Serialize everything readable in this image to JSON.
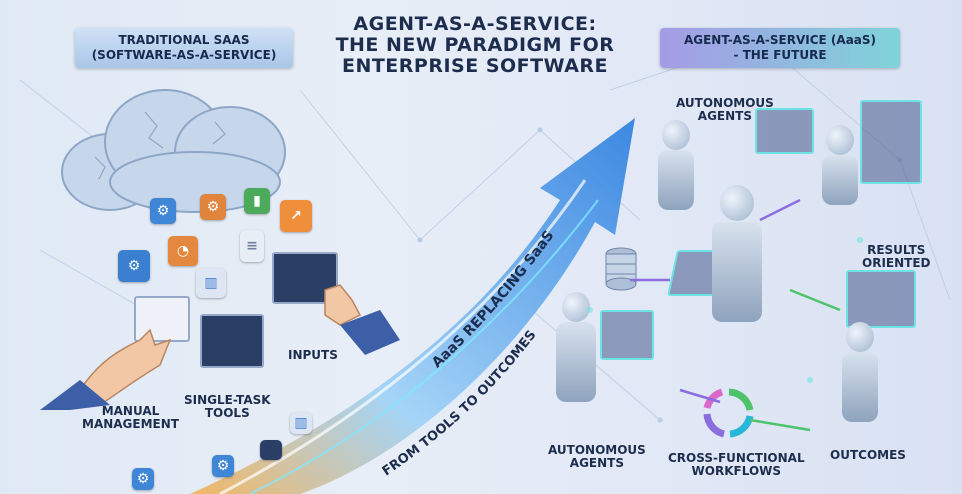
{
  "title": {
    "line1": "AGENT-AS-A-SERVICE:",
    "line2": "THE NEW PARADIGM FOR",
    "line3": "ENTERPRISE SOFTWARE"
  },
  "left_header": {
    "line1": "TRADITIONAL SAAS",
    "line2": "(SOFTWARE-AS-A-SERVICE)"
  },
  "right_header": {
    "line1": "AGENT-AS-A-SERVICE (AaaS)",
    "line2": "- THE FUTURE"
  },
  "left_labels": {
    "inputs": "INPUTS",
    "manual_line1": "MANUAL",
    "manual_line2": "MANAGEMENT",
    "single_line1": "SINGLE-TASK",
    "single_line2": "TOOLS"
  },
  "arrow_labels": {
    "replacing": "AaaS REPLACING SaaS",
    "tools_to_outcomes": "FROM TOOLS TO OUTCOMES"
  },
  "right_labels": {
    "autonomous_top_line1": "AUTONOMOUS",
    "autonomous_top_line2": "AGENTS",
    "results_line1": "RESULTS",
    "results_line2": "ORIENTED",
    "autonomous_bottom_line1": "AUTONOMOUS",
    "autonomous_bottom_line2": "AGENTS",
    "cross_line1": "CROSS-FUNCTIONAL",
    "cross_line2": "WORKFLOWS",
    "outcomes": "OUTCOMES"
  },
  "colors": {
    "arrow": "#2e7fe0",
    "glow": "#7ee7ff",
    "text": "#1d2d4d"
  }
}
